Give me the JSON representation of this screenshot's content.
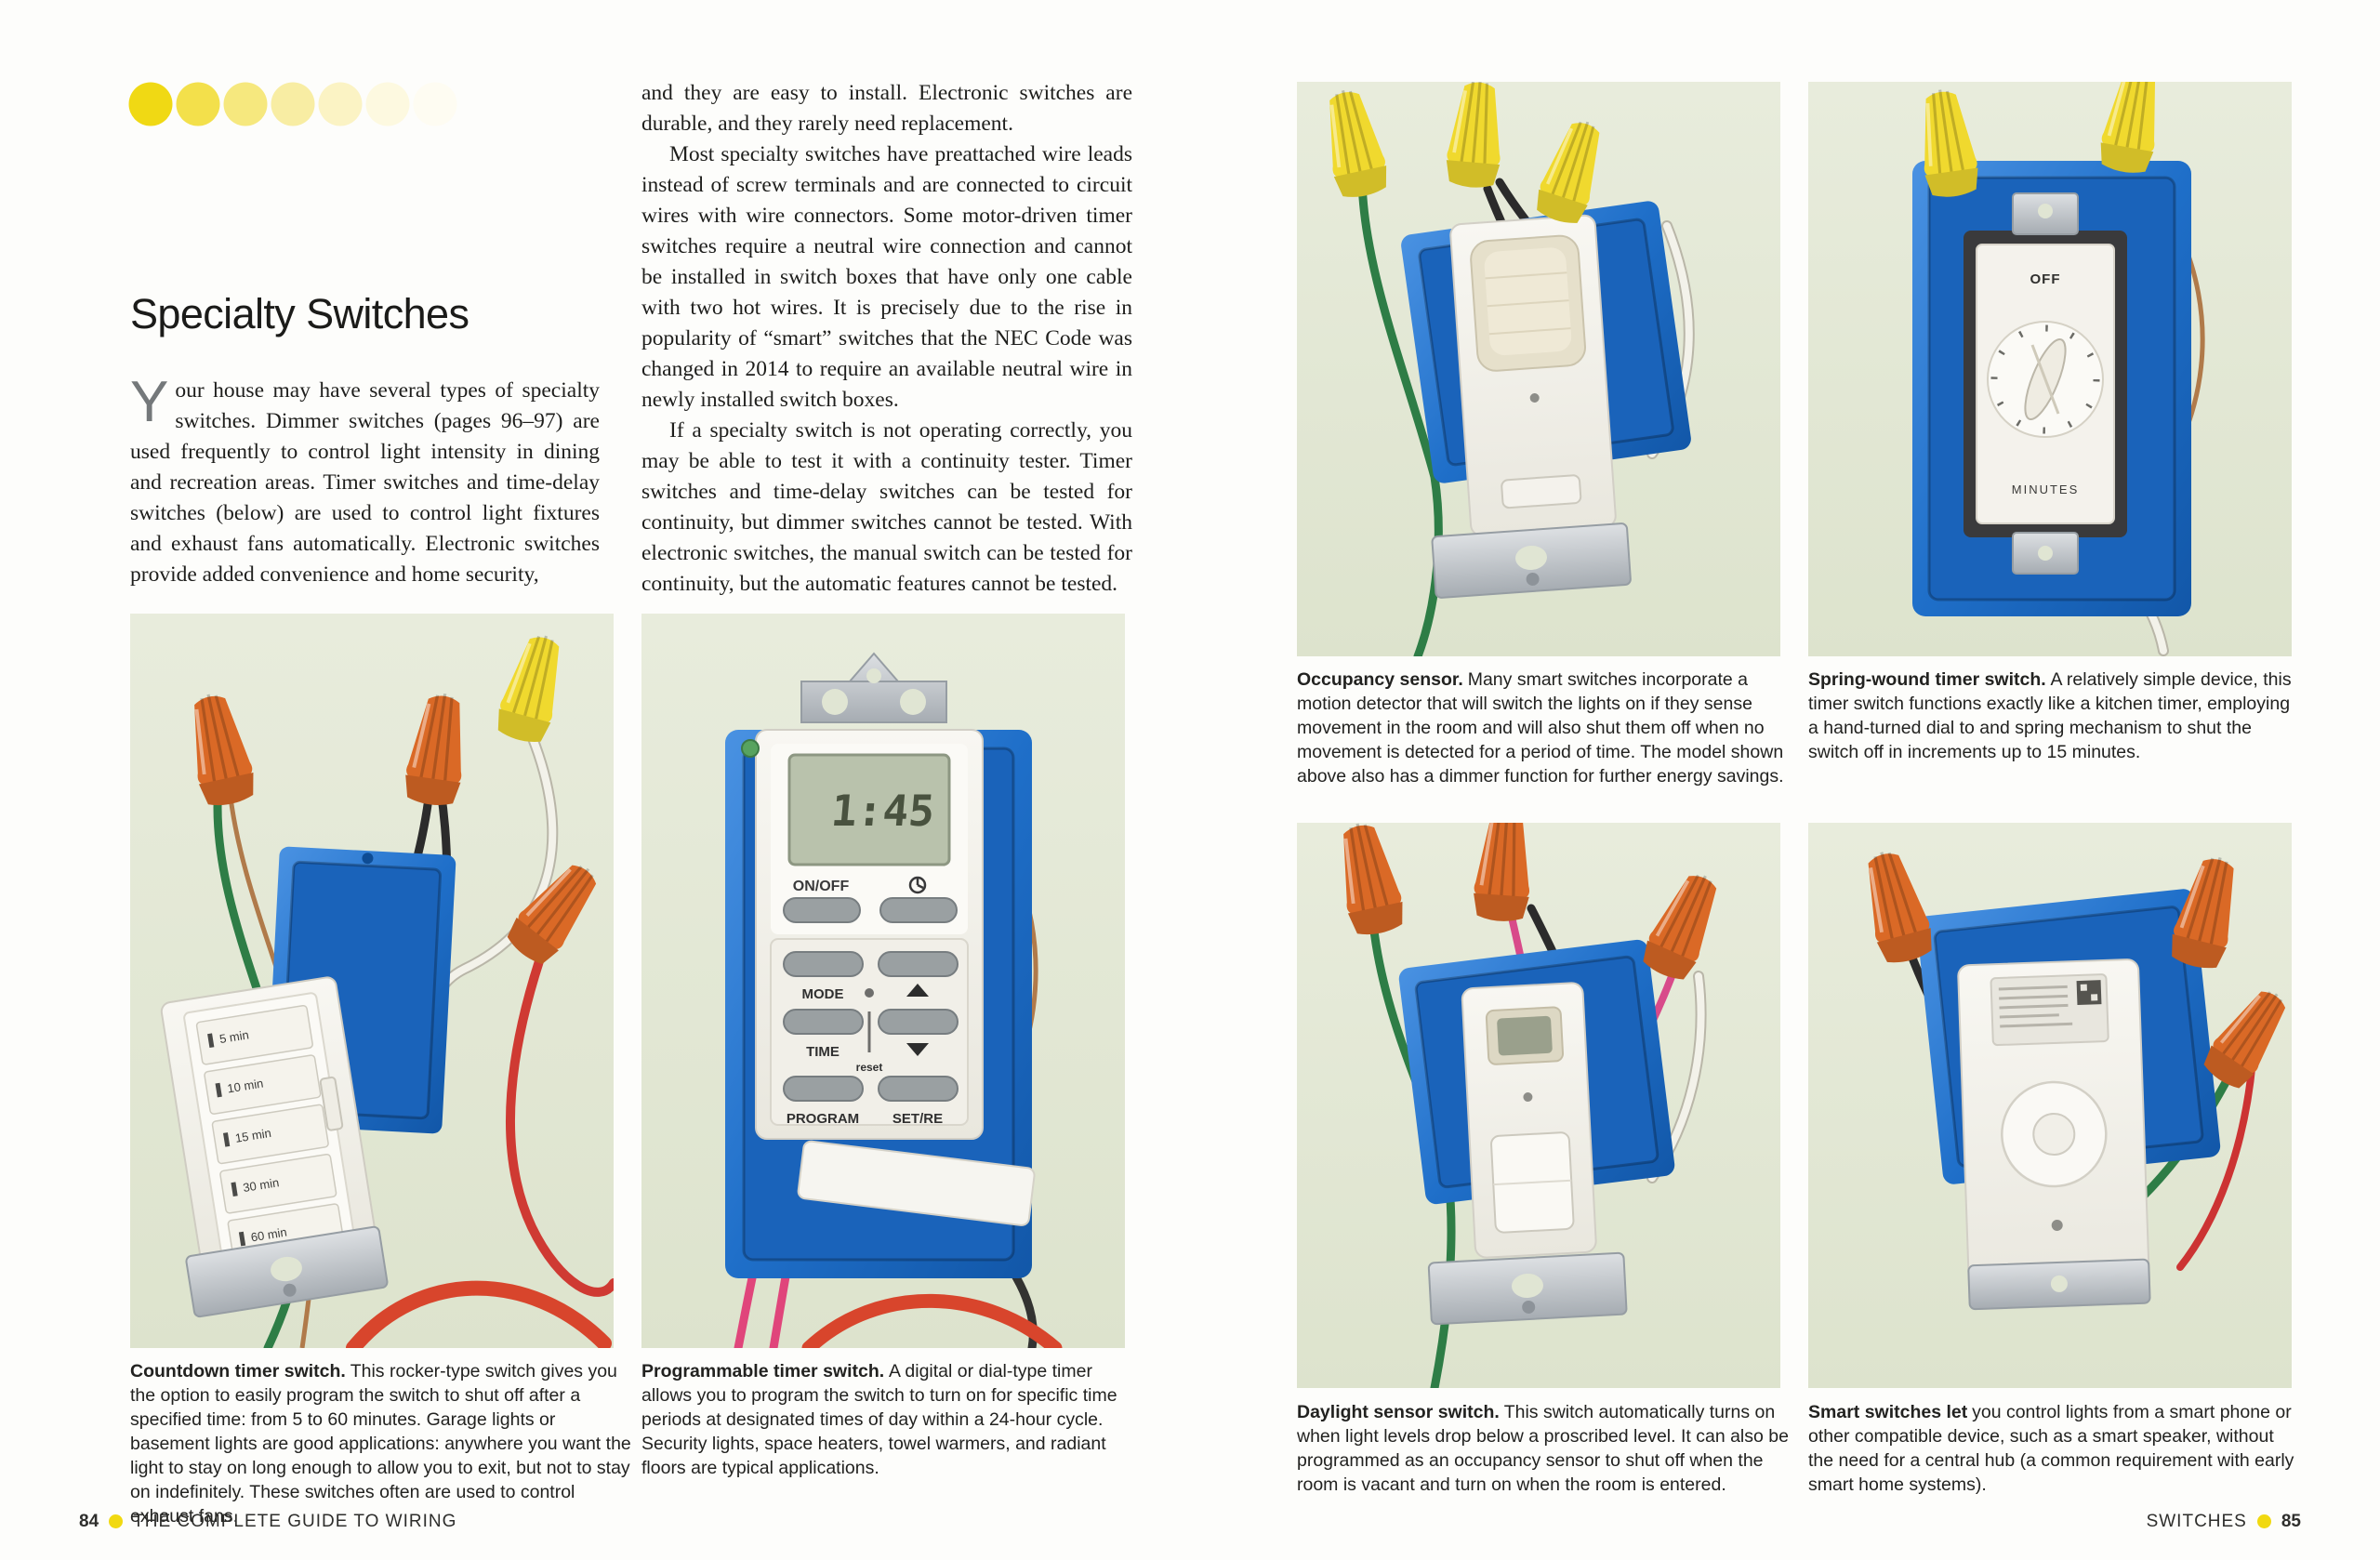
{
  "palette": {
    "accent_yellow": "#f1d911",
    "photo_background": "#e4e9d8",
    "box_blue": "#1f6fc9",
    "wire_nut_orange": "#da6926",
    "wire_nut_yellow": "#f0d92e"
  },
  "left_page": {
    "dots": [
      "#f0d914",
      "#f3e04b",
      "#f6e87e",
      "#f8eda3",
      "#fbf3c4",
      "#fdf9e0",
      "#fefcf2"
    ],
    "title": "Specialty Switches",
    "intro": {
      "dropcap": "Y",
      "text": "our house may have several types of specialty switches. Dimmer switches (pages 96–97) are used frequently to control light intensity in dining and recreation areas. Timer switches and time-delay switches (below) are used to control light fixtures and exhaust fans automatically. Electronic switches provide added convenience and home security,"
    },
    "column2": {
      "p1": "and they are easy to install. Electronic switches are durable, and they rarely need replacement.",
      "p2": "Most specialty switches have preattached wire leads instead of screw terminals and are connected to circuit wires with wire connectors. Some motor-driven timer switches require a neutral wire connection and cannot be installed in switch boxes that have only one cable with two hot wires. It is precisely due to the rise in popularity of “smart” switches that the NEC Code was changed in 2014 to require an available neutral wire in newly installed switch boxes.",
      "p3": "If a specialty switch is not operating correctly, you may be able to test it with a continuity tester. Timer switches and time-delay switches can be tested for continuity, but dimmer switches cannot be tested. With electronic switches, the manual switch can be tested for continuity, but the automatic features cannot be tested."
    },
    "photos": {
      "countdown": {
        "buttons": [
          "5 min",
          "10 min",
          "15 min",
          "30 min",
          "60 min"
        ]
      },
      "programmable": {
        "display": "1:45",
        "on_off": "ON/OFF",
        "mode": "MODE",
        "time": "TIME",
        "reset": "reset",
        "program": "PROGRAM",
        "set_review": "SET/RE"
      }
    },
    "captions": {
      "countdown": {
        "lead": "Countdown timer switch.",
        "body": "This rocker-type switch gives you the option to easily program the switch to shut off after a specified time: from 5 to 60 minutes. Garage lights or basement lights are good applications: anywhere you want the light to stay on long enough to allow you to exit, but not to stay on indefinitely. These switches often are used to control exhaust fans."
      },
      "programmable": {
        "lead": "Programmable timer switch.",
        "body": "A digital or dial-type timer allows you to program the switch to turn on for specific time periods at designated times of day within a 24-hour cycle. Security lights, space heaters, towel warmers, and radiant floors are typical applications."
      }
    },
    "footer": {
      "page_number": "84",
      "title": "THE COMPLETE GUIDE TO WIRING"
    }
  },
  "right_page": {
    "photos": {
      "spring": {
        "off": "OFF",
        "minutes": "MINUTES"
      }
    },
    "captions": {
      "occupancy": {
        "lead": "Occupancy sensor.",
        "body": "Many smart switches incorporate a motion detector that will switch the lights on if they sense movement in the room and will also shut them off when no movement is detected for a period of time. The model shown above also has a dimmer function for further energy savings."
      },
      "spring": {
        "lead": "Spring-wound timer switch.",
        "body": "A relatively simple device, this timer switch functions exactly like a kitchen timer, employing a hand-turned dial to and spring mechanism to shut the switch off in increments up to 15 minutes."
      },
      "daylight": {
        "lead": "Daylight sensor switch.",
        "body": "This switch automatically turns on when light levels drop below a proscribed level. It can also be programmed as an occupancy sensor to shut off when the room is vacant and turn on when the room is entered."
      },
      "smart": {
        "lead": "Smart switches let",
        "body": "you control lights from a smart phone or other compatible device, such as a smart speaker, without the need for a central hub (a common requirement with early smart home systems)."
      }
    },
    "footer": {
      "section": "SWITCHES",
      "page_number": "85"
    }
  }
}
